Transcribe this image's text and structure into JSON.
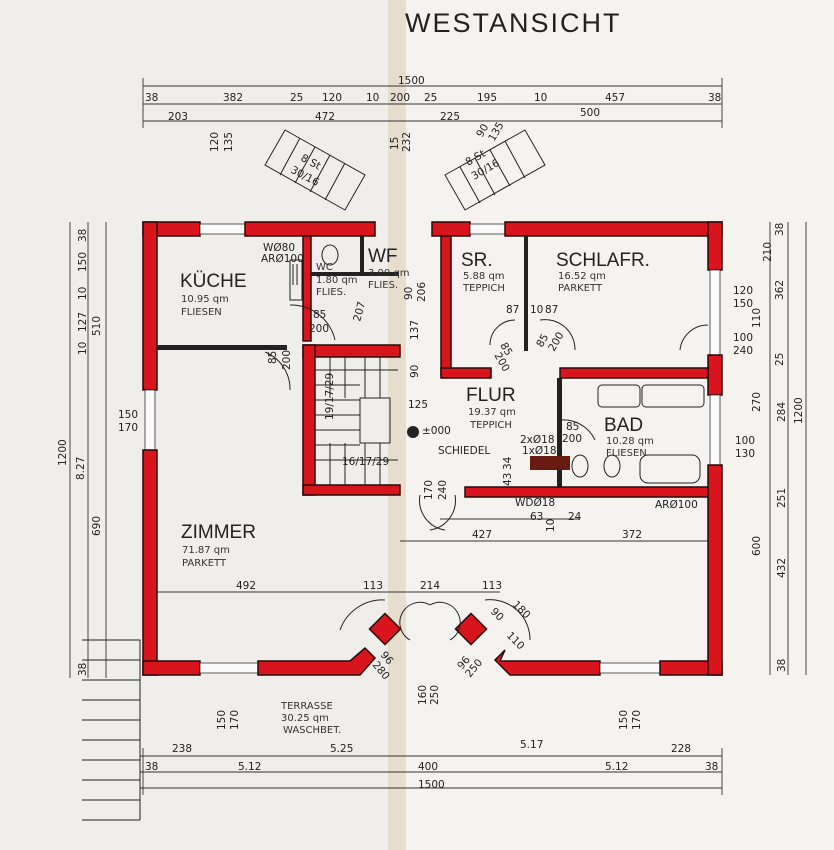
{
  "title": "WESTANSICHT",
  "rooms": {
    "kueche": {
      "name": "KÜCHE",
      "area": "10.95 qm",
      "floor": "FLIESEN"
    },
    "wc": {
      "name": "WC",
      "area": "1.80 qm",
      "floor": "FLIES."
    },
    "wf": {
      "name": "WF",
      "area": "3.00 qm",
      "floor": "FLIES."
    },
    "sr": {
      "name": "SR.",
      "area": "5.88 qm",
      "floor": "TEPPICH"
    },
    "schlafr": {
      "name": "SCHLAFR.",
      "area": "16.52 qm",
      "floor": "PARKETT"
    },
    "flur": {
      "name": "FLUR",
      "area": "19.37 qm",
      "floor": "TEPPICH"
    },
    "bad": {
      "name": "BAD",
      "area": "10.28 qm",
      "floor": "FLIESEN"
    },
    "zimmer": {
      "name": "ZIMMER",
      "area": "71.87 qm",
      "floor": "PARKETT"
    },
    "terrasse": {
      "name": "TERRASSE",
      "area": "30.25 qm",
      "floor": "WASCHBET."
    }
  },
  "annotations": {
    "stairs_left": {
      "count": "8 St",
      "ratio": "30/16"
    },
    "stairs_right": {
      "count": "8 St",
      "ratio": "30/16"
    },
    "inner_stair_upper": "19/17/29",
    "inner_stair_lower": "16/17/29",
    "level": "±000",
    "chimney": "SCHIEDEL",
    "chimney_flues_1": "2xØ18",
    "chimney_flues_2": "1xØ18",
    "kitchen_w": "WØ80",
    "kitchen_ar": "ARØ100",
    "wd": "WDØ18",
    "ar_bad": "ARØ100"
  },
  "dims": {
    "top_total": "1500",
    "top_row": [
      "38",
      "382",
      "25",
      "120",
      "10",
      "200",
      "25",
      "195",
      "10",
      "457",
      "38"
    ],
    "top_row2": [
      "203",
      "472",
      "225",
      "500"
    ],
    "top_misc": [
      "120",
      "135",
      "15",
      "232",
      "90",
      "135"
    ],
    "left": [
      "38",
      "150",
      "10",
      "127",
      "510",
      "10",
      "1200",
      "8.27",
      "690",
      "38",
      "150",
      "170"
    ],
    "right": [
      "38",
      "210",
      "120",
      "150",
      "362",
      "110",
      "100",
      "240",
      "25",
      "270",
      "284",
      "1200",
      "100",
      "130",
      "251",
      "600",
      "432",
      "38"
    ],
    "bottom": [
      "150",
      "170",
      "238",
      "5.25",
      "38",
      "5.12",
      "160",
      "250",
      "400",
      "1500",
      "5.17",
      "150",
      "170",
      "228",
      "5.12",
      "38"
    ],
    "interior": [
      "85",
      "200",
      "85",
      "200",
      "207",
      "90",
      "206",
      "137",
      "90",
      "125",
      "87",
      "10",
      "87",
      "85",
      "200",
      "85",
      "200",
      "85",
      "200",
      "43",
      "34",
      "63",
      "10",
      "24",
      "427",
      "372",
      "170",
      "240",
      "492",
      "113",
      "214",
      "113",
      "90",
      "180",
      "110",
      "96",
      "280",
      "96",
      "250"
    ]
  }
}
